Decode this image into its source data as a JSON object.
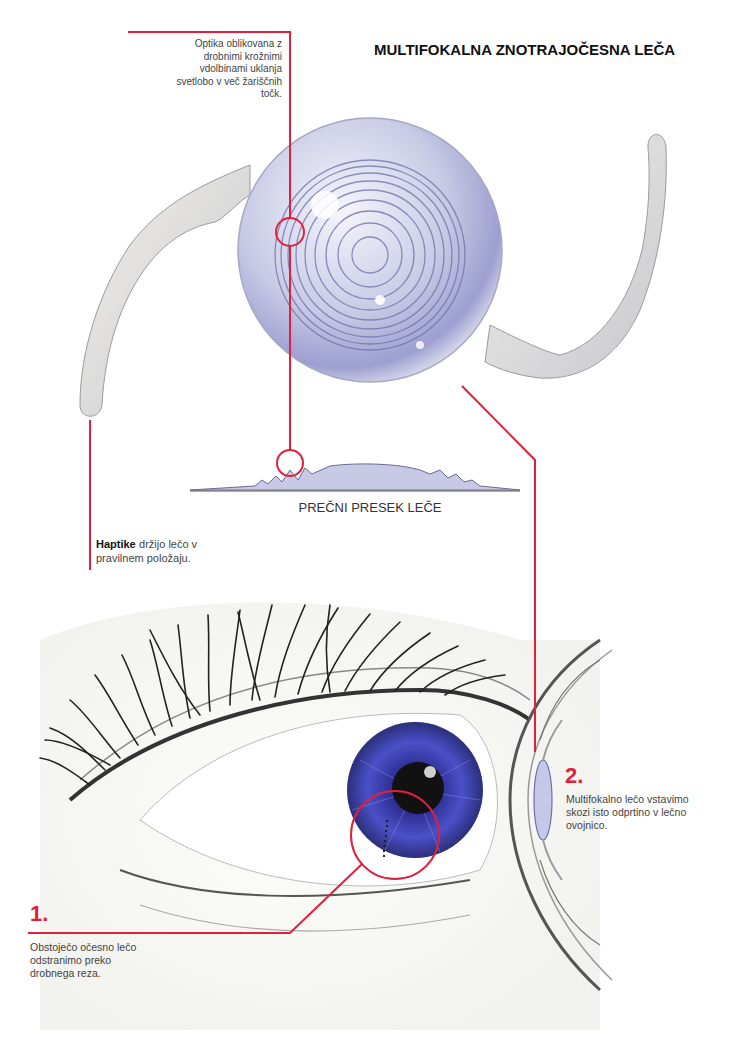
{
  "diagram": {
    "title": "MULTIFOKALNA ZNOTRAJOČESNA LEČA",
    "labels": [
      "Optika oblikovana z drobnimi krožnimi vdolbinami uklanja svetlobo v več žariščnih točk.",
      "PREČNI PRESEK LEČE",
      "Haptike",
      "držijo lečo v pravilnem položaju.",
      "1.",
      "Obstoječo očesno lečo odstranimo preko drobnega reza.",
      "2.",
      "Multifokalno lečo vstavimo skozi isto odprtino v lečno ovojnico."
    ]
  }
}
